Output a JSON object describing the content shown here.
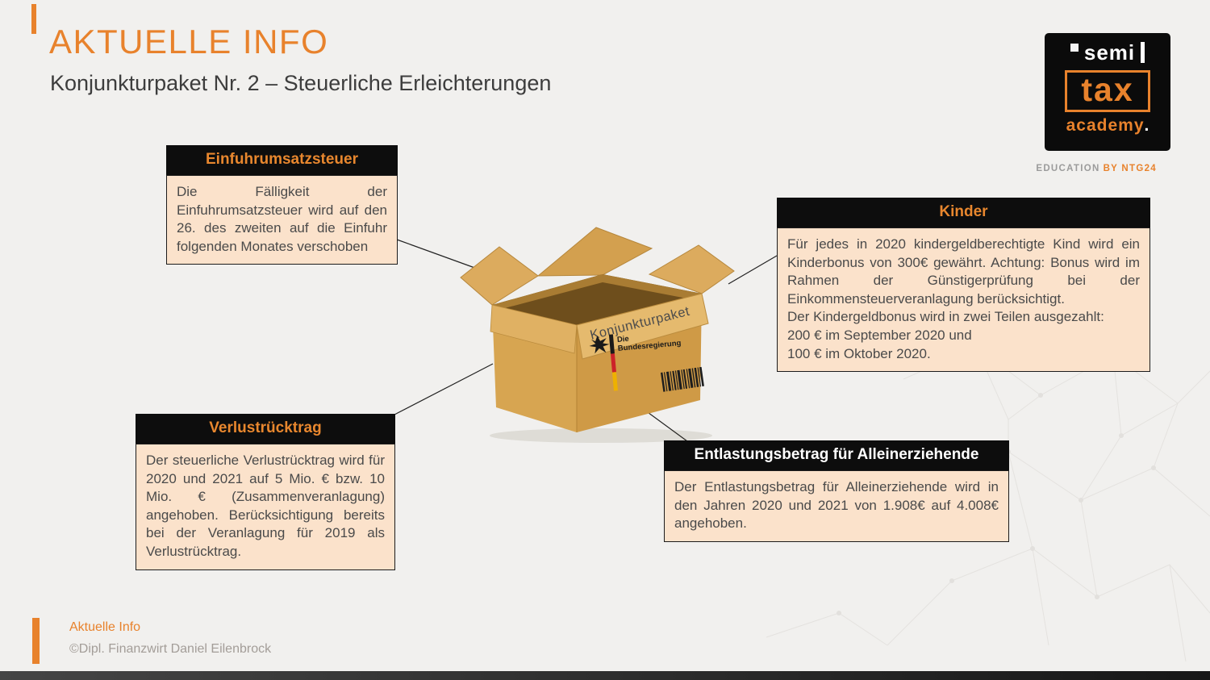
{
  "colors": {
    "accent": "#e8822c",
    "bg": "#f1f0ee",
    "callout_header_bg": "#0d0d0d",
    "callout_title": "#e8872e",
    "callout_title_alt": "#ffffff",
    "callout_body_bg": "#fbe2cb",
    "body_text": "#4a4a4a",
    "subtitle_text": "#3d3d3d",
    "muted_text": "#9b9b9b"
  },
  "header": {
    "title": "AKTUELLE INFO",
    "subtitle": "Konjunkturpaket Nr. 2 – Steuerliche Erleichterungen"
  },
  "logo": {
    "semi": "semi",
    "tax": "tax",
    "academy": "academy",
    "academy_dot": ".",
    "tagline_education": "EDUCATION",
    "tagline_by": "BY NTG24"
  },
  "box_illustration": {
    "flap_label": "Konjunkturpaket",
    "gov_line1": "Die",
    "gov_line2": "Bundesregierung"
  },
  "callouts": {
    "einfuhrumsatzsteuer": {
      "title": "Einfuhrumsatzsteuer",
      "body": "Die Fälligkeit der Einfuhrumsatzsteuer wird auf den 26. des zweiten auf die Einfuhr folgenden Monates verschoben"
    },
    "kinder": {
      "title": "Kinder",
      "lines": [
        "Für jedes in 2020 kindergeldberechtigte Kind wird ein Kinderbonus von 300€ gewährt. Achtung: Bonus wird im Rahmen der Günstigerprüfung bei der Einkommensteuerveranlagung berücksichtigt.",
        "Der Kindergeldbonus wird in zwei Teilen ausgezahlt:",
        "200 € im September 2020 und",
        "100 € im Oktober 2020."
      ]
    },
    "verlustruecktrag": {
      "title": "Verlustrücktrag",
      "body": "Der steuerliche Verlustrücktrag wird für 2020 und 2021 auf 5 Mio. € bzw. 10 Mio. € (Zusammenveranlagung) angehoben. Berücksichtigung bereits bei der Veranlagung für 2019 als Verlustrücktrag."
    },
    "entlastungsbetrag": {
      "title": "Entlastungsbetrag für Alleinerziehende",
      "body": "Der Entlastungsbetrag für Alleinerziehende wird in den Jahren 2020 und 2021 von 1.908€ auf 4.008€ angehoben."
    }
  },
  "footer": {
    "line1": "Aktuelle Info",
    "line2": "©Dipl. Finanzwirt Daniel Eilenbrock"
  }
}
